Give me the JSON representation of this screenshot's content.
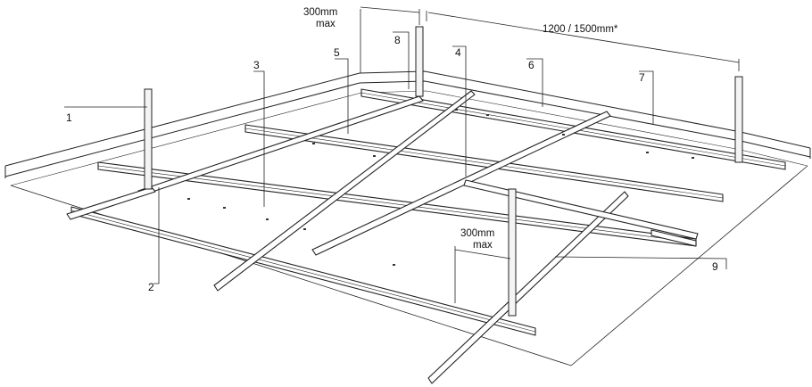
{
  "dimensions": {
    "top_hanger_spacing": [
      "300mm",
      "max"
    ],
    "main_tee_spacing": "1200 / 1500mm*",
    "bottom_hanger_spacing": [
      "300mm",
      "max"
    ]
  },
  "callouts": [
    "1",
    "2",
    "3",
    "4",
    "5",
    "6",
    "7",
    "8",
    "9"
  ]
}
